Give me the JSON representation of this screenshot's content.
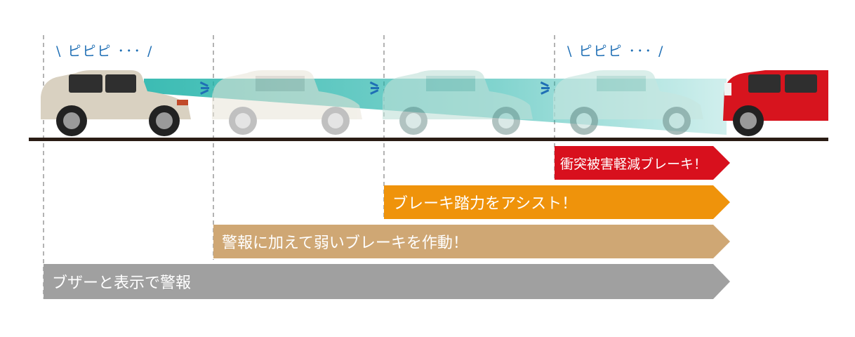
{
  "warning_sound": "\\ ピピピ ･･･ /",
  "stages": [
    {
      "label": "衝突被害軽減ブレーキ！",
      "color": "#d8101d"
    },
    {
      "label": "ブレーキ踏力をアシスト！",
      "color": "#ef930b"
    },
    {
      "label": "警報に加えて弱いブレーキを作動！",
      "color": "#cfa774"
    },
    {
      "label": "ブザーと表示で警報",
      "color": "#a0a0a0"
    }
  ],
  "car_colors": {
    "subject": "#d9d1c1",
    "lead": "#d7141e",
    "ghost": "#b9dcd6"
  },
  "sensor_beam_color": "#19b0a6",
  "ground_color": "#2a1c14"
}
